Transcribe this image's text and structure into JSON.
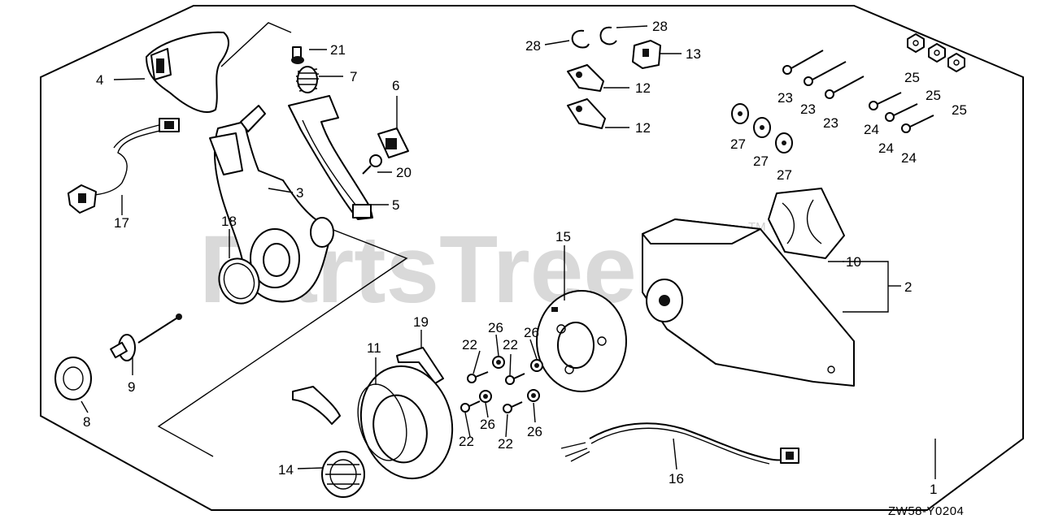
{
  "watermark": {
    "text": "PartsTree",
    "trademark": "TM"
  },
  "diagram_code": "ZW58-Y0204",
  "callouts": [
    {
      "id": "c1",
      "label": "1"
    },
    {
      "id": "c2",
      "label": "2"
    },
    {
      "id": "c3",
      "label": "3"
    },
    {
      "id": "c4",
      "label": "4"
    },
    {
      "id": "c5",
      "label": "5"
    },
    {
      "id": "c6",
      "label": "6"
    },
    {
      "id": "c7",
      "label": "7"
    },
    {
      "id": "c8",
      "label": "8"
    },
    {
      "id": "c9",
      "label": "9"
    },
    {
      "id": "c10",
      "label": "10"
    },
    {
      "id": "c11",
      "label": "11"
    },
    {
      "id": "c12a",
      "label": "12"
    },
    {
      "id": "c12b",
      "label": "12"
    },
    {
      "id": "c13",
      "label": "13"
    },
    {
      "id": "c14",
      "label": "14"
    },
    {
      "id": "c15",
      "label": "15"
    },
    {
      "id": "c16",
      "label": "16"
    },
    {
      "id": "c17",
      "label": "17"
    },
    {
      "id": "c18",
      "label": "18"
    },
    {
      "id": "c19",
      "label": "19"
    },
    {
      "id": "c20",
      "label": "20"
    },
    {
      "id": "c21",
      "label": "21"
    },
    {
      "id": "c22a",
      "label": "22"
    },
    {
      "id": "c22b",
      "label": "22"
    },
    {
      "id": "c22c",
      "label": "22"
    },
    {
      "id": "c22d",
      "label": "22"
    },
    {
      "id": "c23a",
      "label": "23"
    },
    {
      "id": "c23b",
      "label": "23"
    },
    {
      "id": "c23c",
      "label": "23"
    },
    {
      "id": "c24a",
      "label": "24"
    },
    {
      "id": "c24b",
      "label": "24"
    },
    {
      "id": "c24c",
      "label": "24"
    },
    {
      "id": "c25a",
      "label": "25"
    },
    {
      "id": "c25b",
      "label": "25"
    },
    {
      "id": "c25c",
      "label": "25"
    },
    {
      "id": "c26a",
      "label": "26"
    },
    {
      "id": "c26b",
      "label": "26"
    },
    {
      "id": "c26c",
      "label": "26"
    },
    {
      "id": "c26d",
      "label": "26"
    },
    {
      "id": "c27a",
      "label": "27"
    },
    {
      "id": "c27b",
      "label": "27"
    },
    {
      "id": "c27c",
      "label": "27"
    },
    {
      "id": "c28a",
      "label": "28"
    },
    {
      "id": "c28b",
      "label": "28"
    }
  ]
}
